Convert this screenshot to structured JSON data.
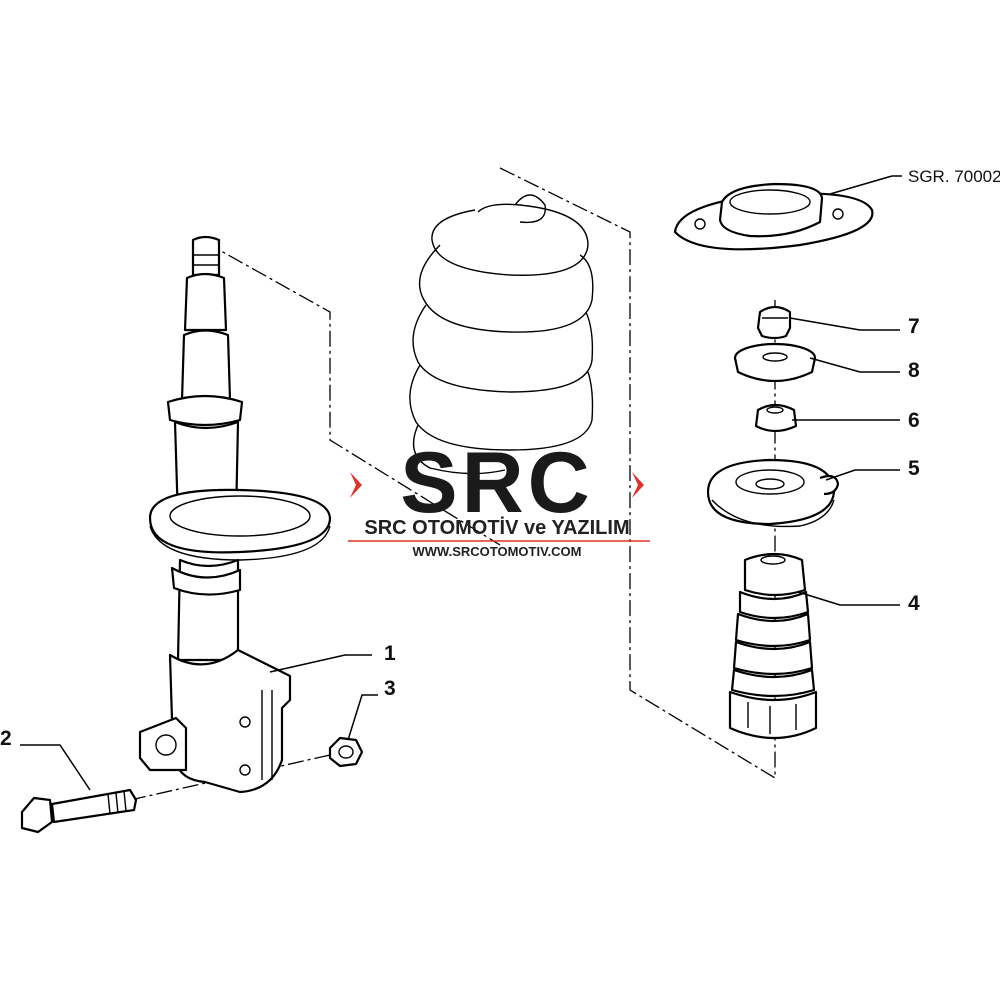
{
  "diagram": {
    "reference_label": "SGR. 70002",
    "callouts": [
      {
        "id": "1",
        "label": "1"
      },
      {
        "id": "2",
        "label": "2"
      },
      {
        "id": "3",
        "label": "3"
      },
      {
        "id": "4",
        "label": "4"
      },
      {
        "id": "5",
        "label": "5"
      },
      {
        "id": "6",
        "label": "6"
      },
      {
        "id": "7",
        "label": "7"
      },
      {
        "id": "8",
        "label": "8"
      }
    ]
  },
  "watermark": {
    "logo_text": "SRC",
    "company": "SRC OTOMOTİV ve YAZILIM",
    "website": "WWW.SRCOTOMOTIV.COM",
    "logo_color": "#1a1a1a",
    "accent_color": "#e0302a"
  }
}
